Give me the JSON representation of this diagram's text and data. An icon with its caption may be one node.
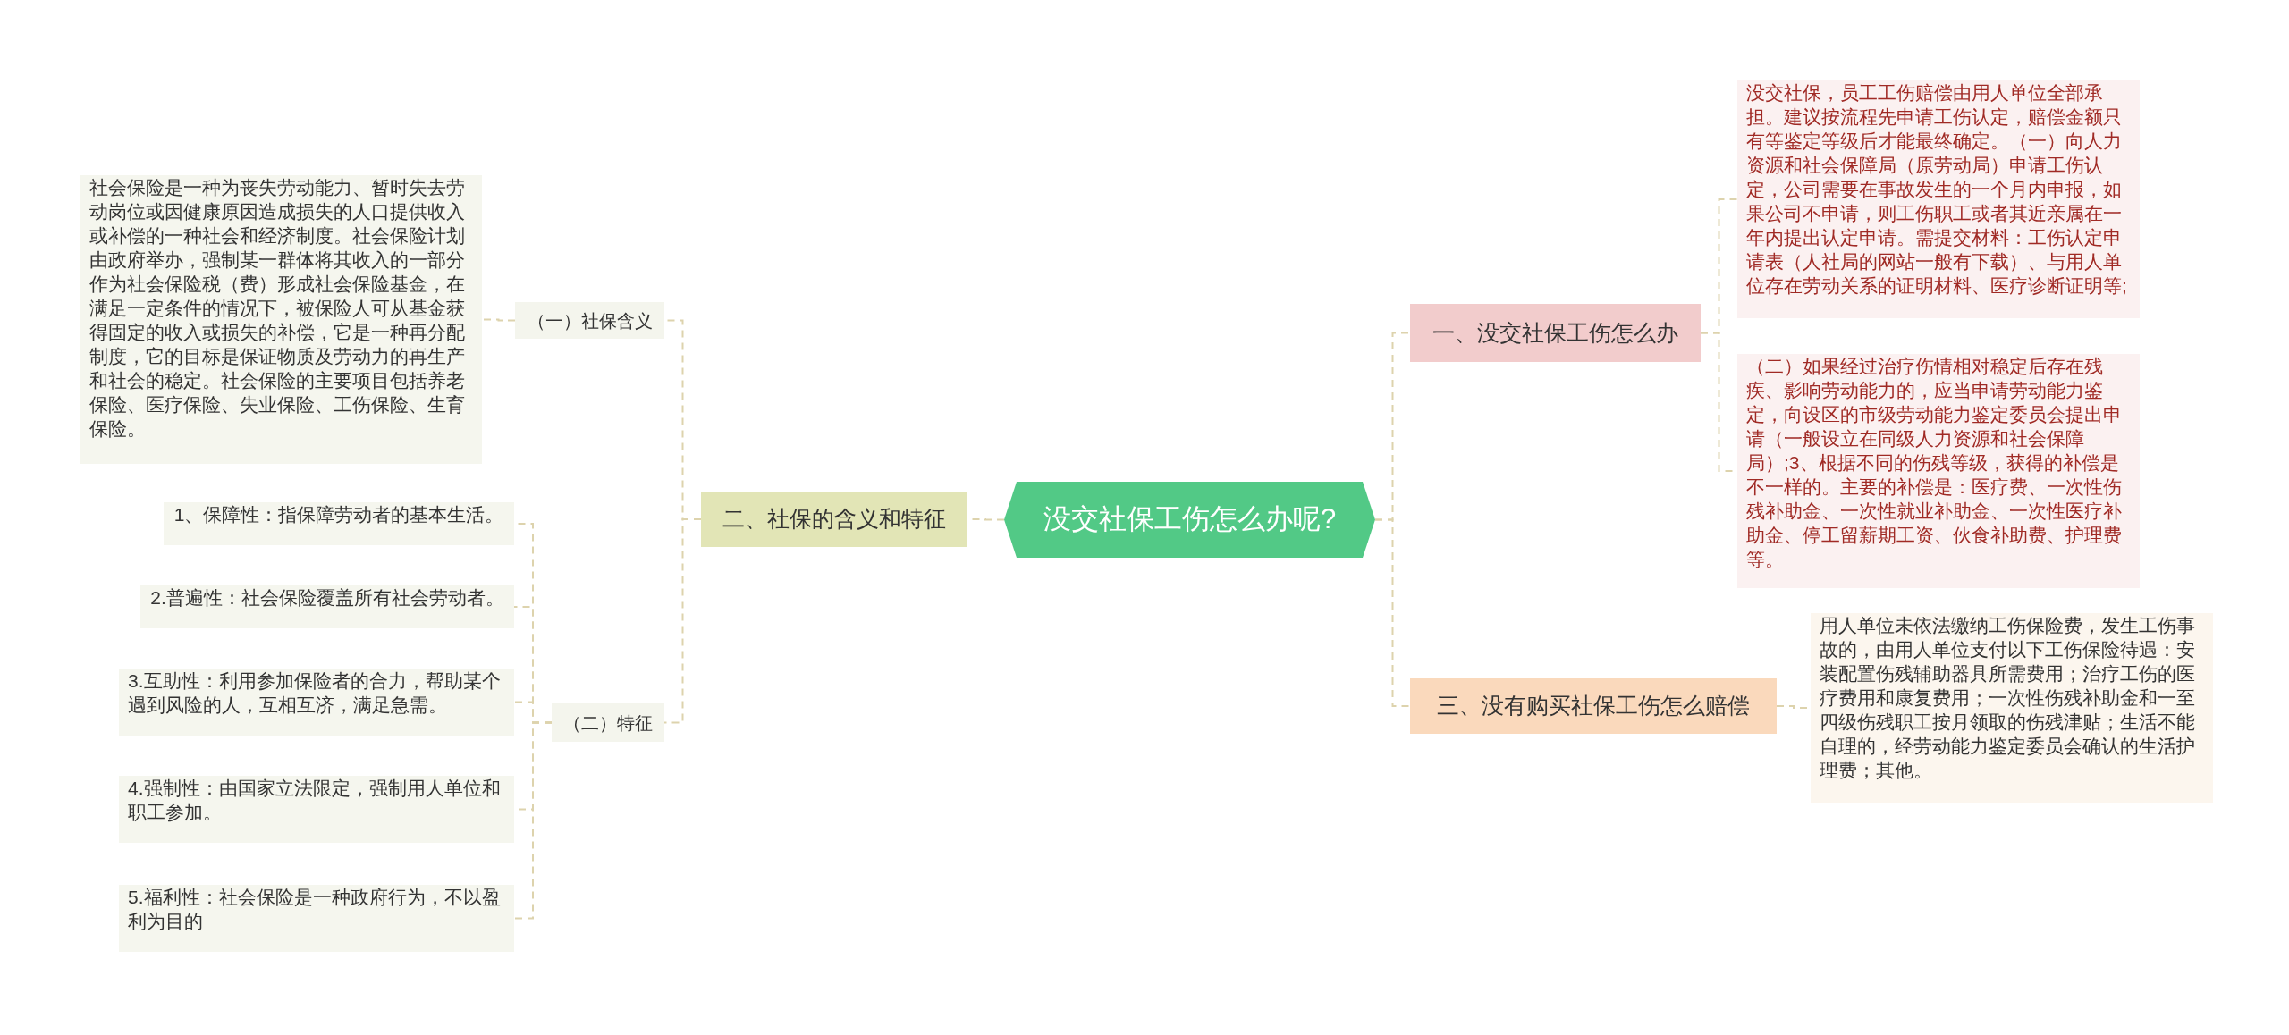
{
  "diagram": {
    "nodes": [
      {
        "text": [
          "没交社保工伤怎么办呢?"
        ]
      },
      {
        "text": [
          "二、社保的含义和特征"
        ]
      },
      {
        "text": [
          "（一）社保含义"
        ]
      },
      {
        "text": [
          "社会保险是一种为丧失劳动能力、暂时失去劳动岗位或因健康原因造成损失的人口提供收入或补偿的一种社会和经济制度。社会保险计划由政府举办，强制某一群体将其收入的一部分作为社会保险税（费）形成社会保险基金，在满足一定条件的情况下，被保险人可从基金获得固定的收入或损失的补偿，它是一种再分配制度，它的目标是保证物质及劳动力的再生产和社会的稳定。社会保险的主要项目包括养老保险、医疗保险、失业保险、工伤保险、生育保险。"
        ]
      },
      {
        "text": [
          "（二）特征"
        ]
      },
      {
        "text": [
          "1、保障性：指保障劳动者的基本生活。"
        ]
      },
      {
        "text": [
          "2.普遍性：社会保险覆盖所有社会劳动者。"
        ]
      },
      {
        "text": [
          "3.互助性：利用参加保险者的合力，帮助某个遇到风险的人，互相互济，满足急需。"
        ]
      },
      {
        "text": [
          "4.强制性：由国家立法限定，强制用人单位和职工参加。"
        ]
      },
      {
        "text": [
          "5.福利性：社会保险是一种政府行为，不以盈利为目的"
        ]
      },
      {
        "text": [
          "一、没交社保工伤怎么办"
        ]
      },
      {
        "text": [
          "没交社保，员工工伤赔偿由用人单位全部承担。建议按流程先申请工伤认定，赔偿金额只有等鉴定等级后才能最终确定。（一）向人力资源和社会保障局（原劳动局）申请工伤认定，公司需要在事故发生的一个月内申报，如果公司不申请，则工伤职工或者其近亲属在一年内提出认定申请。需提交材料：工伤认定申请表（人社局的网站一般有下载）、与用人单位存在劳动关系的证明材料、医疗诊断证明等;"
        ]
      },
      {
        "text": [
          "（二）如果经过治疗伤情相对稳定后存在残疾、影响劳动能力的，应当申请劳动能力鉴定，向设区的市级劳动能力鉴定委员会提出申请（一般设立在同级人力资源和社会保障局）;3、根据不同的伤残等级，获得的补偿是不一样的。主要的补偿是：医疗费、一次性伤残补助金、一次性就业补助金、一次性医疗补助金、停工留薪期工资、伙食补助费、护理费等。"
        ]
      },
      {
        "text": [
          "三、没有购买社保工伤怎么赔偿"
        ]
      },
      {
        "text": [
          "用人单位未依法缴纳工伤保险费，发生工伤事故的，由用人单位支付以下工伤保险待遇：安装配置伤残辅助器具所需费用；治疗工伤的医疗费用和康复费用；一次性伤残补助金和一至四级伤残职工按月领取的伤残津贴；生活不能自理的，经劳动能力鉴定委员会确认的生活护理费；其他。"
        ]
      }
    ],
    "edges": [
      {
        "from": 0,
        "to": 1,
        "arrow": "none",
        "style": "dashed"
      },
      {
        "from": 1,
        "to": 2,
        "arrow": "none",
        "style": "dashed"
      },
      {
        "from": 2,
        "to": 3,
        "arrow": "none",
        "style": "dashed"
      },
      {
        "from": 1,
        "to": 4,
        "arrow": "none",
        "style": "dashed"
      },
      {
        "from": 4,
        "to": 5,
        "arrow": "none",
        "style": "dashed"
      },
      {
        "from": 4,
        "to": 6,
        "arrow": "none",
        "style": "dashed"
      },
      {
        "from": 4,
        "to": 7,
        "arrow": "none",
        "style": "dashed"
      },
      {
        "from": 4,
        "to": 8,
        "arrow": "none",
        "style": "dashed"
      },
      {
        "from": 4,
        "to": 9,
        "arrow": "none",
        "style": "dashed"
      },
      {
        "from": 0,
        "to": 10,
        "arrow": "none",
        "style": "dashed"
      },
      {
        "from": 10,
        "to": 11,
        "arrow": "none",
        "style": "dashed"
      },
      {
        "from": 10,
        "to": 12,
        "arrow": "none",
        "style": "dashed"
      },
      {
        "from": 0,
        "to": 13,
        "arrow": "none",
        "style": "dashed"
      },
      {
        "from": 13,
        "to": 14,
        "arrow": "none",
        "style": "dashed"
      }
    ]
  }
}
